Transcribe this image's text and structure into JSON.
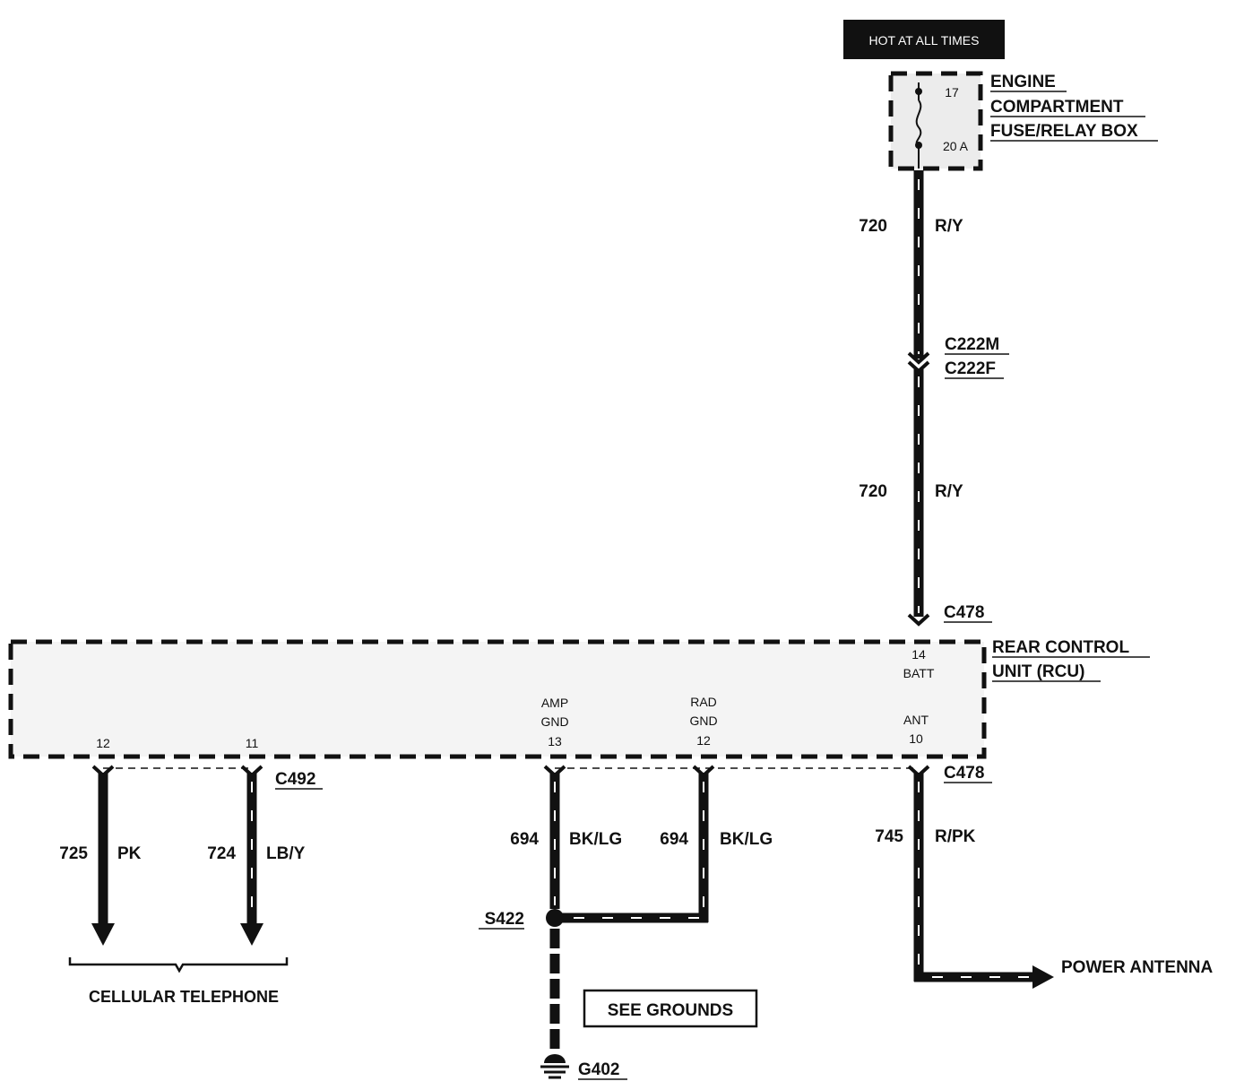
{
  "header": {
    "hot_label": "HOT AT ALL TIMES"
  },
  "fuse_box": {
    "name_lines": [
      "ENGINE",
      "COMPARTMENT",
      "FUSE/RELAY BOX"
    ],
    "fuse_number": "17",
    "fuse_rating": "20 A"
  },
  "wires": {
    "upper_720": {
      "circuit": "720",
      "color": "R/Y"
    },
    "lower_720": {
      "circuit": "720",
      "color": "R/Y"
    },
    "w725": {
      "circuit": "725",
      "color": "PK"
    },
    "w724": {
      "circuit": "724",
      "color": "LB/Y"
    },
    "w694a": {
      "circuit": "694",
      "color": "BK/LG"
    },
    "w694b": {
      "circuit": "694",
      "color": "BK/LG"
    },
    "w745": {
      "circuit": "745",
      "color": "R/PK"
    }
  },
  "connectors": {
    "c222m": "C222M",
    "c222f": "C222F",
    "c478_top": "C478",
    "c478_bottom": "C478",
    "c492": "C492"
  },
  "rcu": {
    "name_lines": [
      "REAR CONTROL",
      "UNIT (RCU)"
    ],
    "pins": {
      "batt": {
        "num": "14",
        "name": "BATT"
      },
      "ant": {
        "name": "ANT",
        "num": "10"
      },
      "rad_gnd": {
        "name1": "RAD",
        "name2": "GND",
        "num": "12"
      },
      "amp_gnd": {
        "name1": "AMP",
        "name2": "GND",
        "num": "13"
      },
      "p12": {
        "num": "12"
      },
      "p11": {
        "num": "11"
      }
    }
  },
  "splice": "S422",
  "ground": "G402",
  "see_grounds": "SEE GROUNDS",
  "cellular": "CELLULAR TELEPHONE",
  "power_antenna": "POWER ANTENNA"
}
